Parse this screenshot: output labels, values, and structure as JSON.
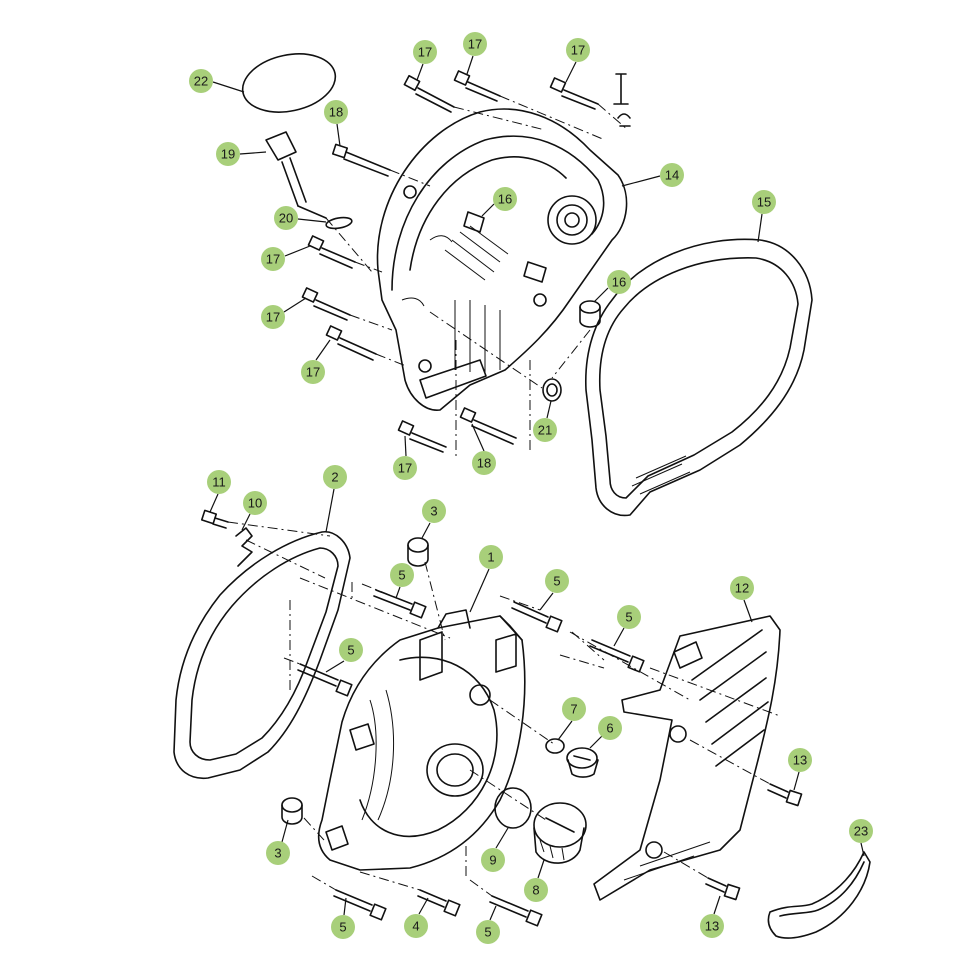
{
  "diagram": {
    "callout_color": "#a8cf7a",
    "callouts": [
      "22",
      "17",
      "17",
      "17",
      "18",
      "19",
      "20",
      "16",
      "14",
      "15",
      "17",
      "16",
      "17",
      "17",
      "21",
      "17",
      "18",
      "11",
      "10",
      "2",
      "3",
      "1",
      "5",
      "5",
      "5",
      "12",
      "5",
      "7",
      "6",
      "13",
      "3",
      "9",
      "8",
      "23",
      "5",
      "4",
      "5",
      "13"
    ]
  }
}
